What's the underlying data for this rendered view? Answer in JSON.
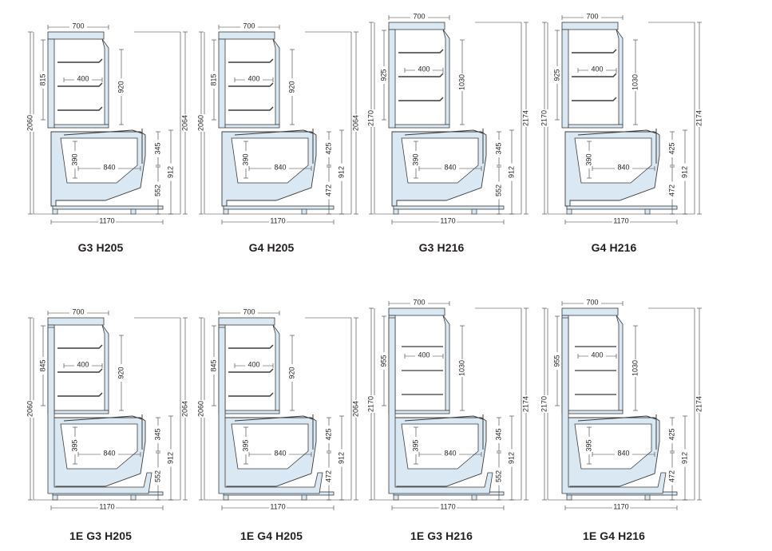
{
  "colors": {
    "line": "#3b3b3b",
    "cabinet_fill": "#d9e8f3",
    "text": "#231f20"
  },
  "panels": [
    {
      "label": "G3 H205",
      "variant": "normal",
      "tall": false,
      "side_only": false,
      "dims": {
        "width_top": "700",
        "shelf": "400",
        "upper_inner": "815",
        "upper_right": "920",
        "total_left": "2060",
        "total_right": "2064",
        "well_height": "390",
        "well_width": "840",
        "lower_a": "345",
        "lower_b": "912",
        "lower_c": "552",
        "bottom_width": "1170"
      }
    },
    {
      "label": "G4 H205",
      "variant": "normal",
      "tall": false,
      "side_only": false,
      "dims": {
        "width_top": "700",
        "shelf": "400",
        "upper_inner": "815",
        "upper_right": "920",
        "total_left": "2060",
        "total_right": "2064",
        "well_height": "390",
        "well_width": "840",
        "lower_a": "425",
        "lower_b": "912",
        "lower_c": "472",
        "bottom_width": "1170"
      }
    },
    {
      "label": "G3 H216",
      "variant": "normal",
      "tall": true,
      "side_only": false,
      "dims": {
        "width_top": "700",
        "shelf": "400",
        "upper_inner": "925",
        "upper_right": "1030",
        "total_left": "2170",
        "total_right": "2174",
        "well_height": "390",
        "well_width": "840",
        "lower_a": "345",
        "lower_b": "912",
        "lower_c": "552",
        "bottom_width": "1170"
      }
    },
    {
      "label": "G4 H216",
      "variant": "normal",
      "tall": true,
      "side_only": false,
      "dims": {
        "width_top": "700",
        "shelf": "400",
        "upper_inner": "925",
        "upper_right": "1030",
        "total_left": "2170",
        "total_right": "2174",
        "well_height": "390",
        "well_width": "840",
        "lower_a": "425",
        "lower_b": "912",
        "lower_c": "472",
        "bottom_width": "1170"
      }
    },
    {
      "label": "1E G3 H205",
      "variant": "end",
      "tall": false,
      "side_only": false,
      "dims": {
        "width_top": "700",
        "shelf": "400",
        "upper_inner": "845",
        "upper_right": "920",
        "total_left": "2060",
        "total_right": "2064",
        "well_height": "395",
        "well_width": "840",
        "lower_a": "345",
        "lower_b": "912",
        "lower_c": "552",
        "bottom_width": "1170"
      }
    },
    {
      "label": "1E G4 H205",
      "variant": "end",
      "tall": false,
      "side_only": false,
      "dims": {
        "width_top": "700",
        "shelf": "400",
        "upper_inner": "845",
        "upper_right": "920",
        "total_left": "2060",
        "total_right": "2064",
        "well_height": "395",
        "well_width": "840",
        "lower_a": "425",
        "lower_b": "912",
        "lower_c": "472",
        "bottom_width": "1170"
      }
    },
    {
      "label": "1E G3 H216",
      "variant": "end",
      "tall": true,
      "side_only": true,
      "dims": {
        "width_top": "700",
        "shelf": "400",
        "upper_inner": "955",
        "upper_right": "1030",
        "total_left": "2170",
        "total_right": "2174",
        "well_height": "395",
        "well_width": "840",
        "lower_a": "345",
        "lower_b": "912",
        "lower_c": "552",
        "bottom_width": "1170"
      }
    },
    {
      "label": "1E G4 H216",
      "variant": "end",
      "tall": true,
      "side_only": true,
      "dims": {
        "width_top": "700",
        "shelf": "400",
        "upper_inner": "955",
        "upper_right": "1030",
        "total_left": "2170",
        "total_right": "2174",
        "well_height": "395",
        "well_width": "840",
        "lower_a": "425",
        "lower_b": "912",
        "lower_c": "472",
        "bottom_width": "1170"
      }
    }
  ]
}
